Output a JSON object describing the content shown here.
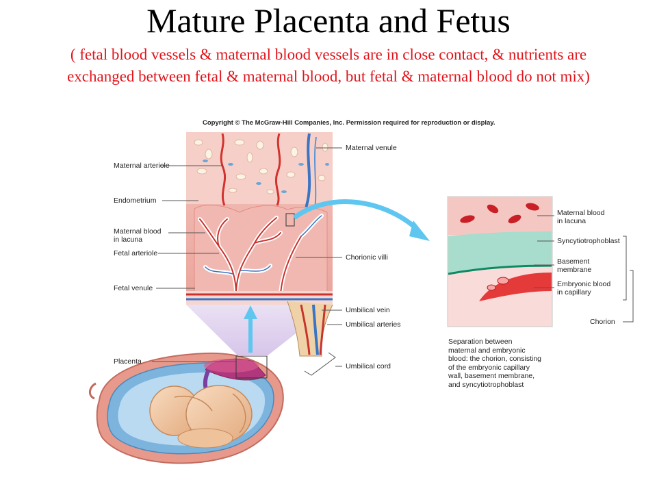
{
  "title": "Mature Placenta and Fetus",
  "subtitle": "( fetal blood vessels & maternal blood vessels are in close contact, & nutrients are exchanged between fetal & maternal blood, but fetal & maternal blood do not mix)",
  "copyright": "Copyright © The McGraw-Hill Companies, Inc. Permission required for reproduction or display.",
  "labels": {
    "maternal_venule": "Maternal venule",
    "maternal_arteriole": "Maternal arteriole",
    "endometrium": "Endometrium",
    "maternal_blood_lacuna": "Maternal blood\nin lacuna",
    "fetal_arteriole": "Fetal arteriole",
    "chorionic_villi": "Chorionic villi",
    "fetal_venule": "Fetal venule",
    "umbilical_vein": "Umbilical vein",
    "umbilical_arteries": "Umbilical arteries",
    "placenta": "Placenta",
    "umbilical_cord": "Umbilical cord",
    "inset_maternal_blood": "Maternal blood\nin lacuna",
    "syncytiotrophoblast": "Syncytiotrophoblast",
    "basement_membrane": "Basement\nmembrane",
    "embryonic_blood": "Embryonic blood\nin capillary",
    "chorion": "Chorion"
  },
  "caption": "Separation between\nmaternal and embryonic\nblood: the chorion, consisting\nof the embryonic capillary\nwall, basement membrane,\nand syncytiotrophoblast"
}
